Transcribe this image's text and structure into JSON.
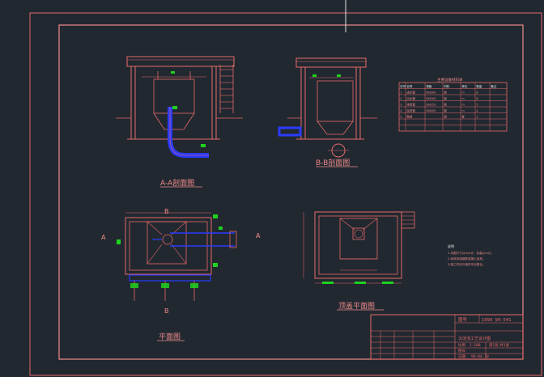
{
  "colors": {
    "background": "#212830",
    "line_red": "#e86a6a",
    "line_pink": "#f08c8c",
    "green": "#1fd11f",
    "blue": "#2b3bff",
    "white": "#e8e8e8",
    "cyan": "#5cd0d0",
    "yellow": "#d8d85a"
  },
  "views": {
    "section_a": {
      "label": "A-A剖面图"
    },
    "section_b": {
      "label": "B-B剖面图"
    },
    "plan": {
      "label": "平面图",
      "mark_a": "A",
      "mark_b": "B"
    },
    "top_plan": {
      "label": "顶盖平面图"
    }
  },
  "notes": {
    "title": "说明",
    "lines": [
      "1.本图尺寸以mm计，标高以m计。",
      "2.池体采用钢筋混凝土结构。",
      "3.施工时应与相关专业配合。"
    ]
  },
  "material_table": {
    "title": "主要设备材料表",
    "headers": [
      "序号",
      "名称",
      "规格",
      "材料",
      "单位",
      "数量",
      "备注"
    ],
    "rows": [
      [
        "1",
        "进水管",
        "DN300",
        "钢",
        "m",
        "8",
        ""
      ],
      [
        "2",
        "出水管",
        "DN200",
        "钢",
        "m",
        "6",
        ""
      ],
      [
        "3",
        "排泥管",
        "DN150",
        "钢",
        "m",
        "5",
        ""
      ],
      [
        "4",
        "溢流管",
        "DN200",
        "钢",
        "m",
        "4",
        ""
      ],
      [
        "5",
        "爬梯",
        "",
        "钢",
        "套",
        "1",
        ""
      ]
    ]
  },
  "title_block": {
    "drawing_number_label": "图号",
    "drawing_number": "1999 90-541",
    "project_title": "沉淀池工艺设计图",
    "scale_label": "比例",
    "scale": "1:100",
    "sheet_label": "图号",
    "sheet": "第1张 共1张",
    "date_label": "日期",
    "date": "99-04-30"
  }
}
